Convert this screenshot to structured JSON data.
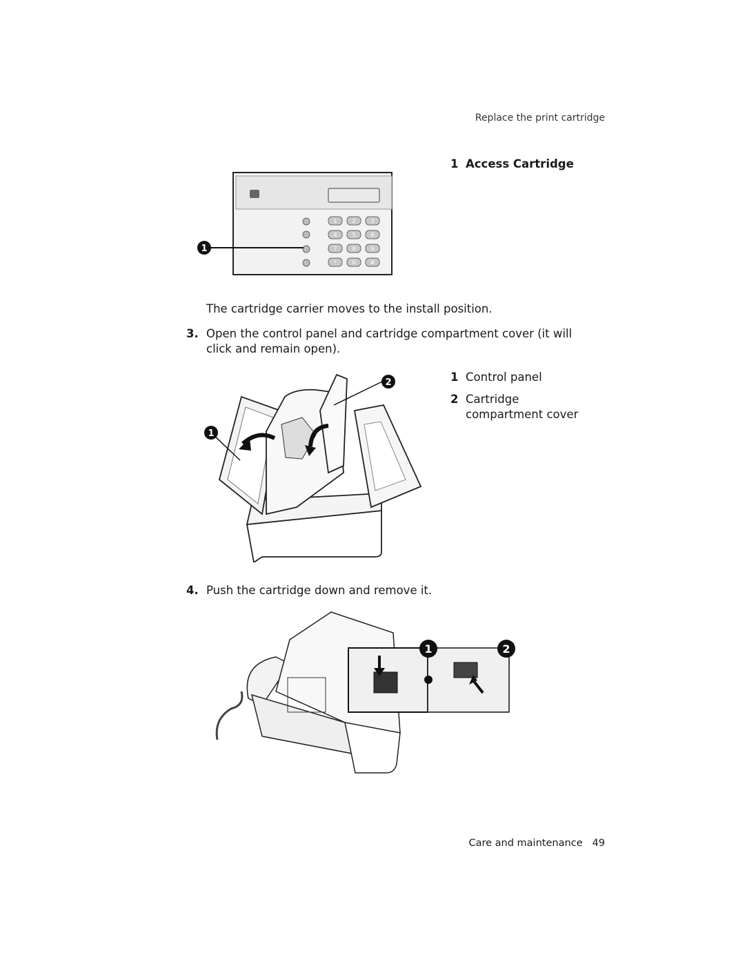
{
  "header": {
    "section_title": "Replace the print cartridge"
  },
  "figure1": {
    "callout_number": "1",
    "callout_label": "Access Cartridge",
    "marker": "1",
    "keypad_keys": [
      "1",
      "2",
      "3",
      "4",
      "5",
      "6",
      "7",
      "8",
      "9",
      "*",
      "0",
      "#"
    ]
  },
  "text": {
    "carrier_moves": "The cartridge carrier moves to the install position.",
    "step3_number": "3.",
    "step3_text": "Open the control panel and cartridge compartment cover (it will click and remain open).",
    "step4_number": "4.",
    "step4_text": "Push the cartridge down and remove it."
  },
  "figure2": {
    "marker1": "1",
    "marker2": "2",
    "legend": [
      {
        "number": "1",
        "label": "Control panel"
      },
      {
        "number": "2",
        "label": "Cartridge compartment cover"
      }
    ]
  },
  "figure3": {
    "marker1": "1",
    "marker2": "2"
  },
  "footer": {
    "chapter": "Care and maintenance",
    "page_number": "49"
  }
}
